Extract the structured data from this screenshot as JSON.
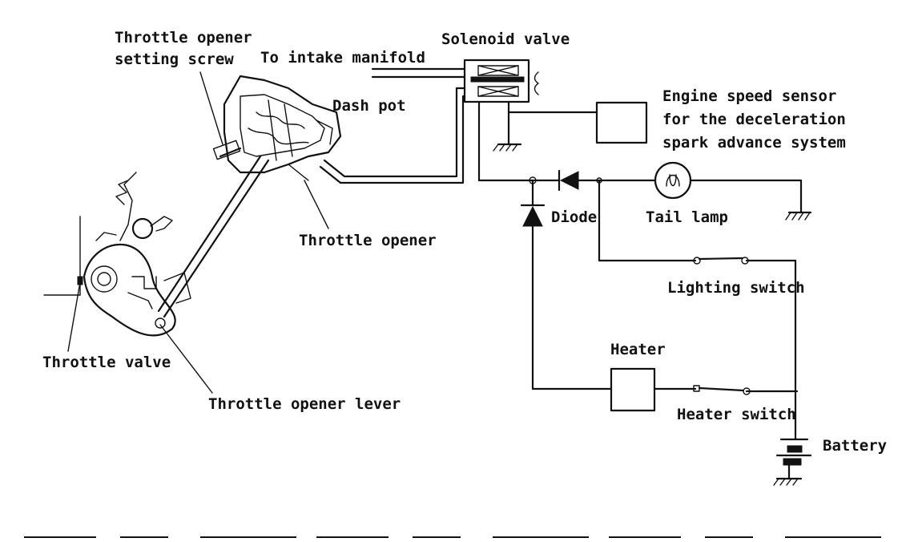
{
  "labels": {
    "throttle_opener_setting_screw_line1": "Throttle opener",
    "throttle_opener_setting_screw_line2": "setting screw",
    "to_intake_manifold": "To intake manifold",
    "solenoid_valve": "Solenoid valve",
    "dash_pot": "Dash pot",
    "engine_speed_sensor_line1": "Engine speed sensor",
    "engine_speed_sensor_line2": "for the deceleration",
    "engine_speed_sensor_line3": "spark advance system",
    "diode": "Diode",
    "tail_lamp": "Tail lamp",
    "throttle_opener": "Throttle opener",
    "lighting_switch": "Lighting switch",
    "throttle_valve": "Throttle valve",
    "throttle_opener_lever": "Throttle opener lever",
    "heater": "Heater",
    "heater_switch": "Heater switch",
    "battery": "Battery"
  }
}
